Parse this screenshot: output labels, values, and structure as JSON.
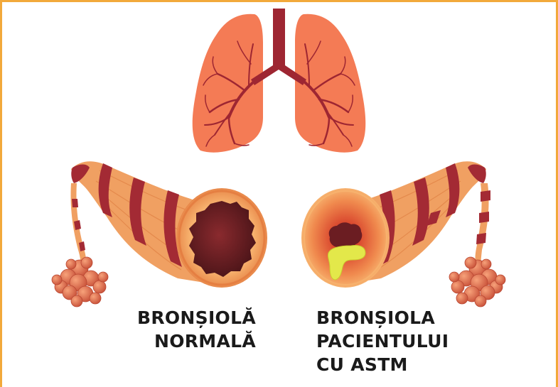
{
  "colors": {
    "frame_border": "#F2A93B",
    "lung_fill": "#F47B55",
    "trachea": "#9E2632",
    "bronchiole_tube": "#F0A062",
    "muscle_band": "#A32A34",
    "lumen_normal": "#5A1A1E",
    "lumen_asthma": "#6B1D22",
    "mucus": "#E3E84A",
    "alveoli": "#E4704E"
  },
  "labels": {
    "normal": {
      "line1": "BRONȘIOLĂ",
      "line2": "NORMALĂ"
    },
    "asthma": {
      "line1": "BRONȘIOLA",
      "line2": "PACIENTULUI",
      "line3": "CU ASTM"
    }
  }
}
